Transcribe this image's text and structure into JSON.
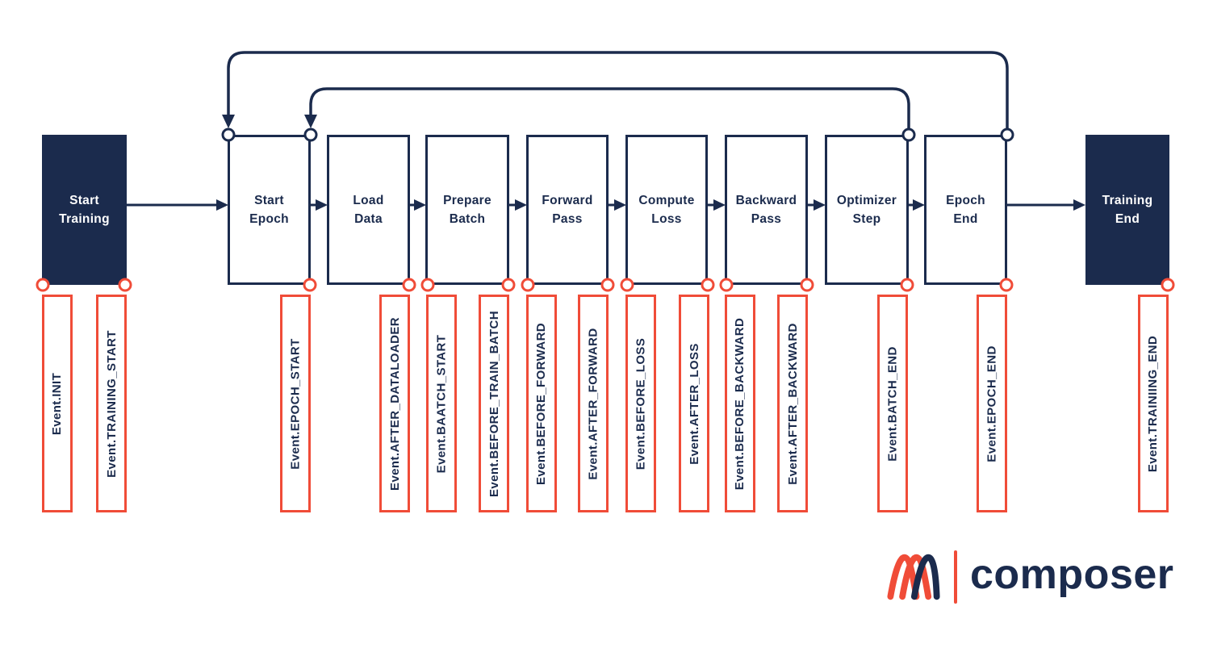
{
  "diagram": {
    "boxes": [
      {
        "id": "start-training",
        "label": "Start\nTraining",
        "style": "filled"
      },
      {
        "id": "start-epoch",
        "label": "Start\nEpoch",
        "style": "outline"
      },
      {
        "id": "load-data",
        "label": "Load\nData",
        "style": "outline"
      },
      {
        "id": "prepare-batch",
        "label": "Prepare\nBatch",
        "style": "outline"
      },
      {
        "id": "forward-pass",
        "label": "Forward\nPass",
        "style": "outline"
      },
      {
        "id": "compute-loss",
        "label": "Compute\nLoss",
        "style": "outline"
      },
      {
        "id": "backward-pass",
        "label": "Backward\nPass",
        "style": "outline"
      },
      {
        "id": "optimizer-step",
        "label": "Optimizer\nStep",
        "style": "outline"
      },
      {
        "id": "epoch-end",
        "label": "Epoch\nEnd",
        "style": "outline"
      },
      {
        "id": "training-end",
        "label": "Training\nEnd",
        "style": "filled"
      }
    ],
    "events": [
      {
        "id": "init",
        "label": "Event.INIT"
      },
      {
        "id": "training-start",
        "label": "Event.TRAINING_START"
      },
      {
        "id": "epoch-start",
        "label": "Event.EPOCH_START"
      },
      {
        "id": "after-dataloader",
        "label": "Event.AFTER_DATALOADER"
      },
      {
        "id": "batch-start",
        "label": "Event.BAATCH_START"
      },
      {
        "id": "before-train-batch",
        "label": "Event.BEFORE_TRAIN_BATCH"
      },
      {
        "id": "before-forward",
        "label": "Event.BEFORE_FORWARD"
      },
      {
        "id": "after-forward",
        "label": "Event.AFTER_FORWARD"
      },
      {
        "id": "before-loss",
        "label": "Event.BEFORE_LOSS"
      },
      {
        "id": "after-loss",
        "label": "Event.AFTER_LOSS"
      },
      {
        "id": "before-backward",
        "label": "Event.BEFORE_BACKWARD"
      },
      {
        "id": "after-backward",
        "label": "Event.AFTER_BACKWARD"
      },
      {
        "id": "batch-end",
        "label": "Event.BATCH_END"
      },
      {
        "id": "epoch-end",
        "label": "Event.EPOCH_END"
      },
      {
        "id": "training-end",
        "label": "Event.TRAINIING_END"
      }
    ],
    "colors": {
      "navy": "#1b2b4d",
      "red": "#f04c38",
      "background": "#ffffff"
    },
    "logo": {
      "brand": "composer"
    }
  }
}
